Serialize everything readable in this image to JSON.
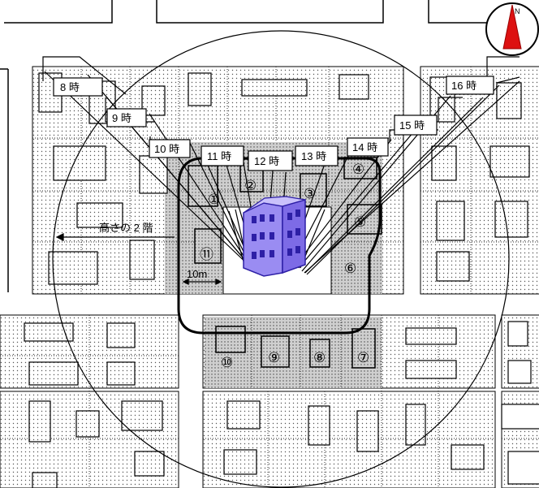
{
  "north_label": "N",
  "time_labels": [
    "8 時",
    "9 時",
    "10 時",
    "11 時",
    "12 時",
    "13 時",
    "14 時",
    "15 時",
    "16 時"
  ],
  "plot_numbers": [
    "①",
    "②",
    "③",
    "④",
    "⑤",
    "⑥",
    "⑦",
    "⑧",
    "⑨",
    "⑩",
    "⑪"
  ],
  "height_note": "高さの 2 階",
  "distance_note": "10m",
  "colors": {
    "dot_fill": "#eeeeee",
    "dark_fill": "#cfcfcf",
    "building": "#8877ee",
    "window": "#2d1fa6"
  }
}
